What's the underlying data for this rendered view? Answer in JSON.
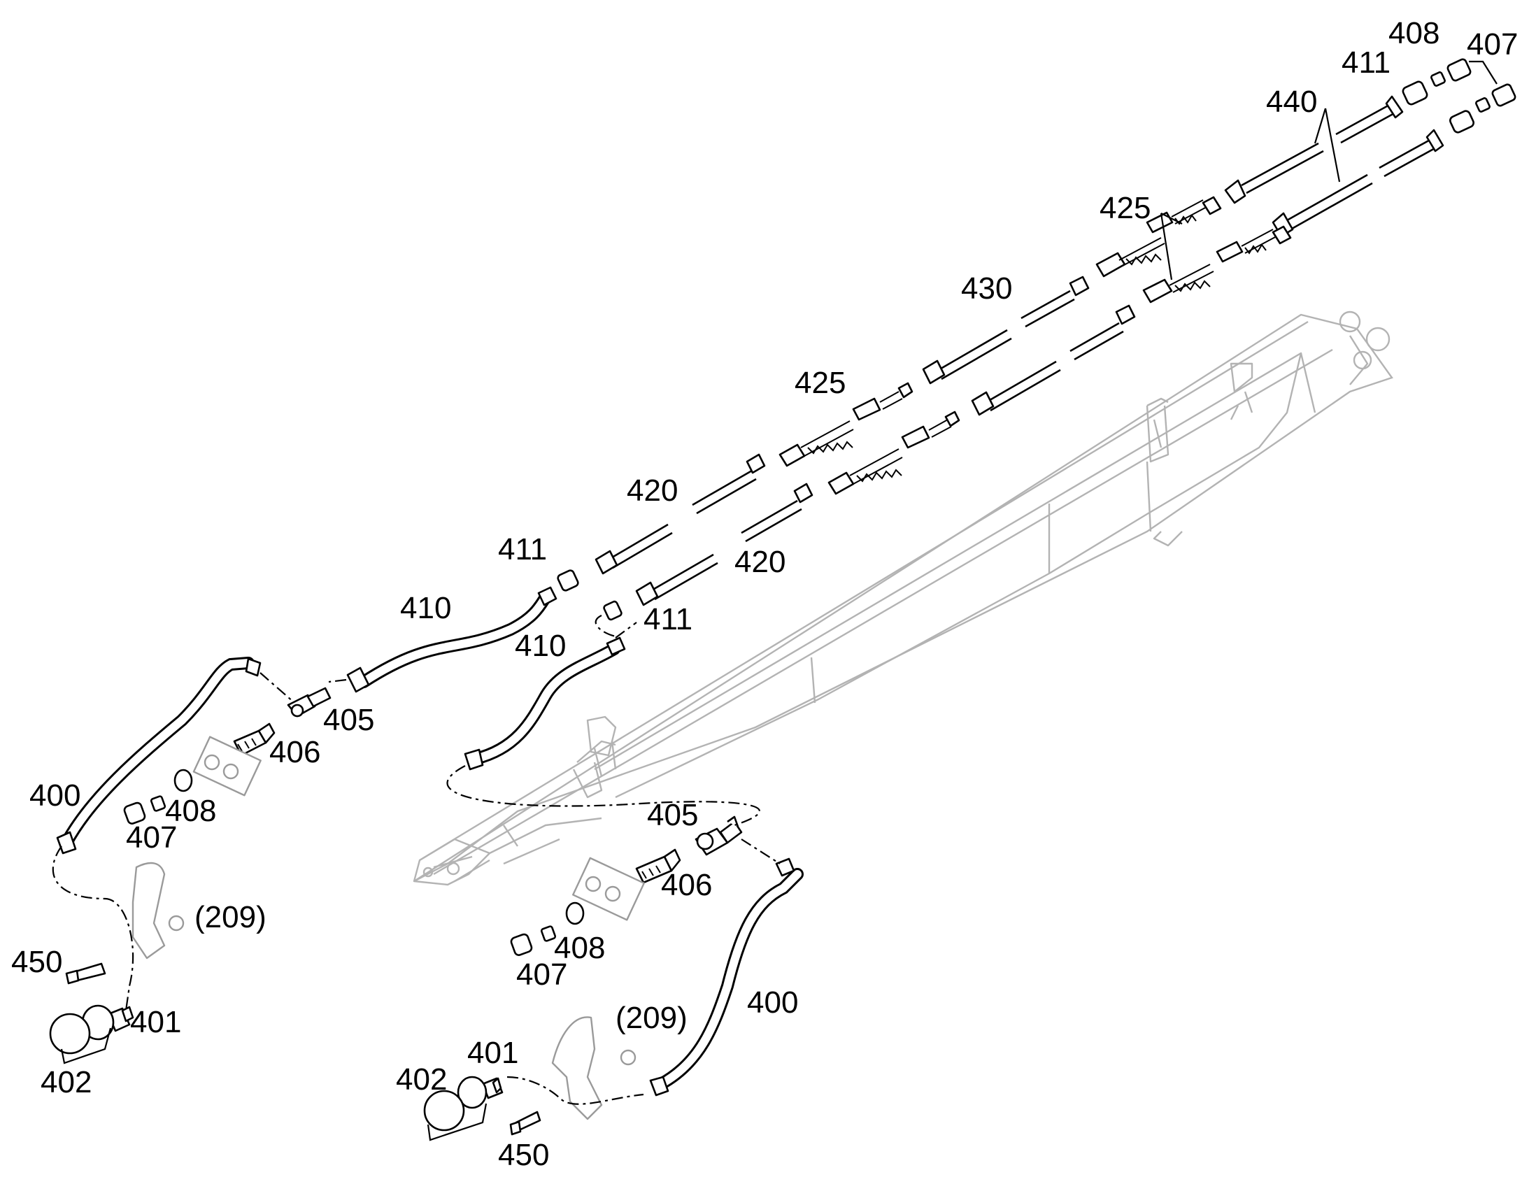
{
  "labels": {
    "l408_top": "408",
    "l407_top": "407",
    "l411_top": "411",
    "l440": "440",
    "l425_top": "425",
    "l430": "430",
    "l425_mid": "425",
    "l420_a": "420",
    "l420_b": "420",
    "l411_a": "411",
    "l411_b": "411",
    "l410_a": "410",
    "l410_b": "410",
    "l405_a": "405",
    "l406_a": "406",
    "l400_a": "400",
    "l408_a": "408",
    "l407_a": "407",
    "l209_a": "(209)",
    "l450_a": "450",
    "l401_a": "401",
    "l402_a": "402",
    "l405_b": "405",
    "l406_b": "406",
    "l408_b": "408",
    "l407_b": "407",
    "l209_b": "(209)",
    "l400_b": "400",
    "l401_b": "401",
    "l402_b": "402",
    "l450_b": "450"
  }
}
